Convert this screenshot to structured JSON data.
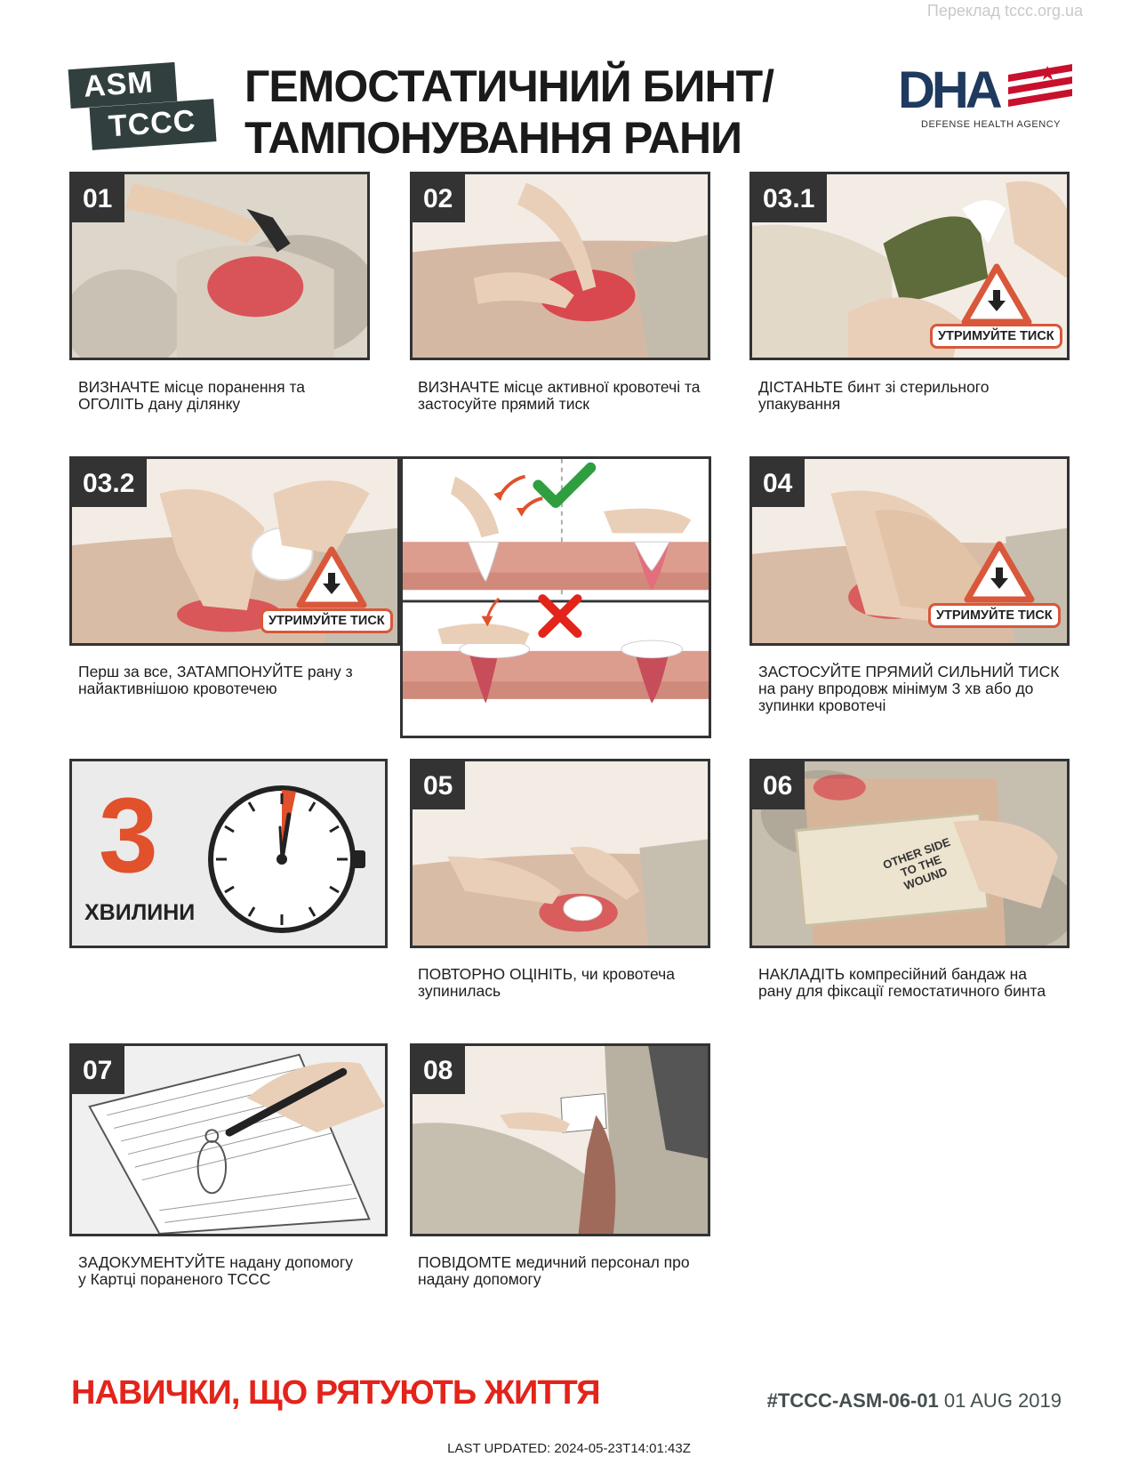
{
  "watermark": "Переклад tccc.org.ua",
  "header": {
    "logo_line1": "ASM",
    "logo_line2": "TCCC",
    "title_line1": "ГЕМОСТАТИЧНИЙ БИНТ/",
    "title_line2": "ТАМПОНУВАННЯ РАНИ",
    "agency_letters": "DHA",
    "agency_name": "DEFENSE HEALTH AGENCY"
  },
  "colors": {
    "accent": "#e3241b",
    "orange": "#e0512c",
    "dark": "#333333",
    "brand": "#1f3a5f"
  },
  "steps": [
    {
      "number": "01",
      "caption_bold": "ВИЗНАЧТЕ",
      "caption_rest": " місце поранення та",
      "caption_bold2": "ОГОЛІТЬ",
      "caption_rest2": " дану ділянку"
    },
    {
      "number": "02",
      "caption_bold": "ВИЗНАЧТЕ",
      "caption_rest": " місце активної кровотечі та застосуйте прямий тиск"
    },
    {
      "number": "03.1",
      "caption_bold": "ДІСТАНЬТЕ",
      "caption_rest": " бинт зі стерильного упакування",
      "warning": "УТРИМУЙТЕ ТИСК"
    },
    {
      "number": "03.2",
      "caption_pre": "Перш за все, ",
      "caption_bold": "ЗАТАМПОНУЙТЕ",
      "caption_rest": " рану з найактивнішою кровотечею",
      "warning": "УТРИМУЙТЕ ТИСК"
    },
    {
      "number": "04",
      "caption_bold": "ЗАСТОСУЙТЕ ПРЯМИЙ СИЛЬНИЙ ТИСК",
      "caption_rest": " на рану впродовж мінімум 3 хв або до зупинки кровотечі",
      "warning": "УТРИМУЙТЕ ТИСК"
    },
    {
      "number": "05",
      "caption_bold": "ПОВТОРНО ОЦІНІТЬ",
      "caption_rest": ", чи кровотеча зупинилась"
    },
    {
      "number": "06",
      "caption_bold": "НАКЛАДІТЬ",
      "caption_rest": " компресійний бандаж на рану для фіксації гемостатичного бинта",
      "bandage_text": "OTHER SIDE TO THE WOUND"
    },
    {
      "number": "07",
      "caption_bold": "ЗАДОКУМЕНТУЙТЕ",
      "caption_rest": " надану допомогу у Картці пораненого ТССС"
    },
    {
      "number": "08",
      "caption_bold": "ПОВІДОМТЕ",
      "caption_rest": " медичний персонал про надану допомогу"
    }
  ],
  "timer": {
    "value": "3",
    "unit": "ХВИЛИНИ"
  },
  "footer": {
    "slogan": "НАВИЧКИ, ЩО РЯТУЮТЬ ЖИТТЯ",
    "code": "#TCCC-ASM-06-01",
    "date": "01 AUG 2019",
    "last_updated": "LAST UPDATED: 2024-05-23T14:01:43Z"
  }
}
